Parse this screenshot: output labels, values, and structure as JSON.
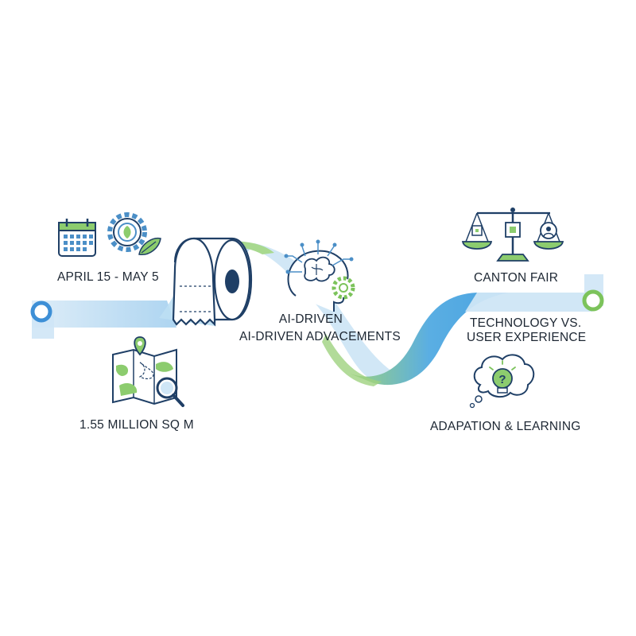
{
  "labels": {
    "date_range": "APRIL 15 - MAY 5",
    "area": "1.55 MILLION SQ M",
    "ai_title": "AI-DRIVEN",
    "ai_subtitle": "AI-DRIVEN ADVACEMENTS",
    "canton_fair": "CANTON FAIR",
    "tech_line1": "TECHNOLOGY VS.",
    "tech_line2": "USER EXPERIENCE",
    "adaptation": "ADAPATION & LEARNING"
  },
  "colors": {
    "ribbon_blue": "#5aaee3",
    "ribbon_light": "#cfe6f6",
    "ribbon_green": "#8dcf7a",
    "icon_navy": "#1f3f66",
    "icon_green": "#8ccc6e",
    "icon_blue": "#4b8fc7",
    "node_blue": "#3d8fd6",
    "node_green": "#7cc35b"
  },
  "icons": [
    "calendar-icon",
    "eco-gear-icon",
    "toilet-paper-roll-icon",
    "map-search-icon",
    "ai-brain-head-icon",
    "balance-scale-icon",
    "idea-bulb-bubble-icon"
  ]
}
